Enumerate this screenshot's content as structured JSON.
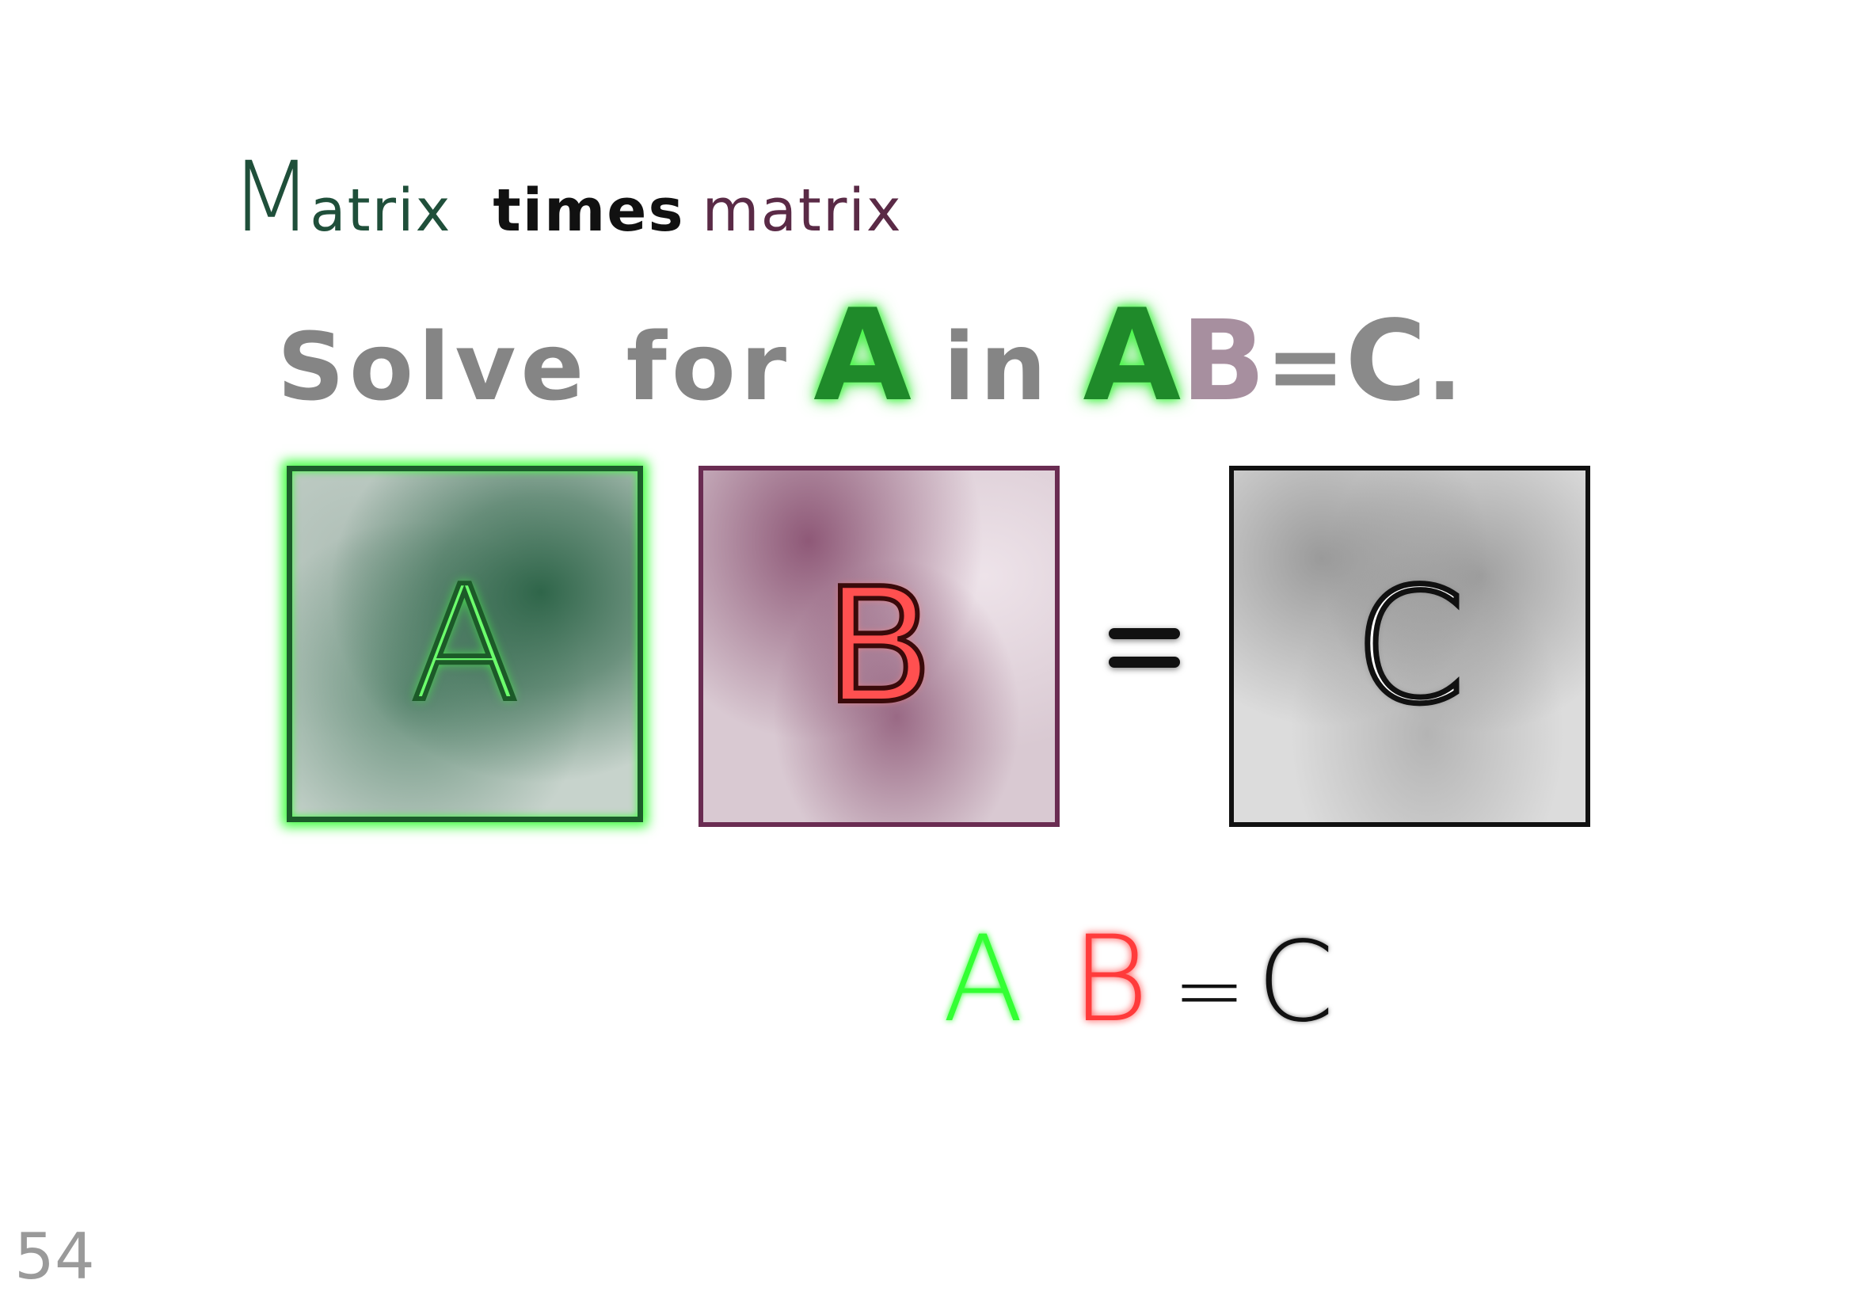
{
  "title": {
    "word1_initial": "M",
    "word1_rest": "atrix",
    "word2": "times",
    "word3": "matrix"
  },
  "subtitle": {
    "prefix": "Solve for",
    "var_a": "A",
    "middle": "in",
    "eq_a": "A",
    "eq_b": "B",
    "eq_sign": "=",
    "eq_c": "C",
    "period": "."
  },
  "boxes": {
    "a_label": "A",
    "b_label": "B",
    "c_label": "C"
  },
  "equation": {
    "a": "A",
    "b": "B",
    "eq": "=",
    "c": "C"
  },
  "page_number": "54",
  "colors": {
    "green": "#1f8a2a",
    "glow_green": "#40ff40",
    "purple": "#6a2c52",
    "red": "#ff3b3b",
    "dark": "#111111",
    "gray": "#858585"
  }
}
